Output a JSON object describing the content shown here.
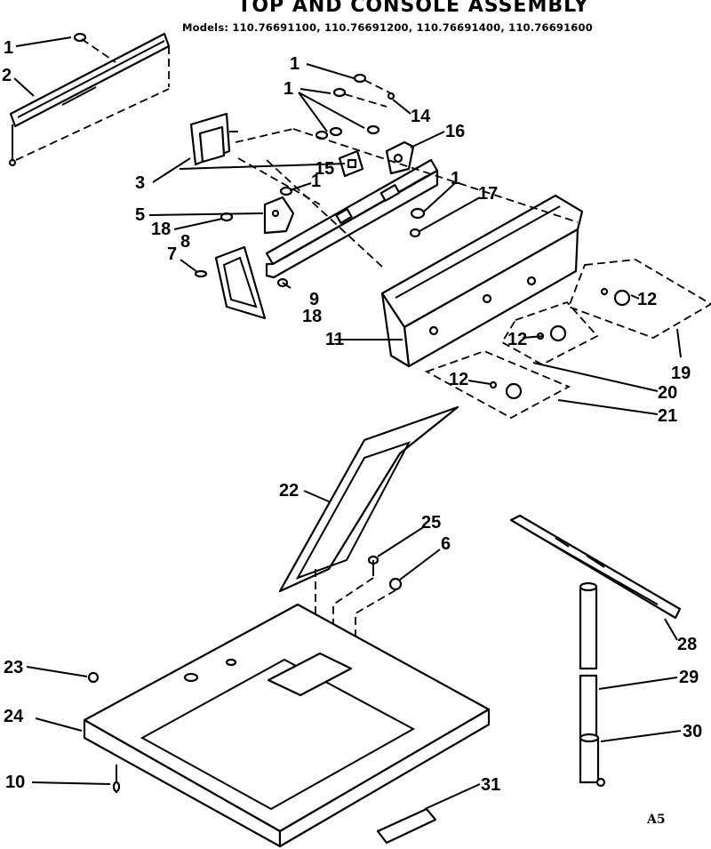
{
  "header": {
    "title": "TOP AND CONSOLE ASSEMBLY",
    "models_label": "Models:",
    "models": [
      "110.76691100",
      "110.76691200",
      "110.76691400",
      "110.76691600"
    ]
  },
  "callouts": [
    {
      "id": "c1a",
      "text": "1"
    },
    {
      "id": "c2",
      "text": "2"
    },
    {
      "id": "c1b",
      "text": "1"
    },
    {
      "id": "c1c",
      "text": "1"
    },
    {
      "id": "c14",
      "text": "14"
    },
    {
      "id": "c16",
      "text": "16"
    },
    {
      "id": "c3",
      "text": "3"
    },
    {
      "id": "c15",
      "text": "15"
    },
    {
      "id": "c1d",
      "text": "1"
    },
    {
      "id": "c1e",
      "text": "1"
    },
    {
      "id": "c17",
      "text": "17"
    },
    {
      "id": "c5",
      "text": "5"
    },
    {
      "id": "c18a",
      "text": "18"
    },
    {
      "id": "c8",
      "text": "8"
    },
    {
      "id": "c7",
      "text": "7"
    },
    {
      "id": "c9",
      "text": "9"
    },
    {
      "id": "c18b",
      "text": "18"
    },
    {
      "id": "c12a",
      "text": "12"
    },
    {
      "id": "c11",
      "text": "11"
    },
    {
      "id": "c12b",
      "text": "12"
    },
    {
      "id": "c19",
      "text": "19"
    },
    {
      "id": "c12c",
      "text": "12"
    },
    {
      "id": "c20",
      "text": "20"
    },
    {
      "id": "c21",
      "text": "21"
    },
    {
      "id": "c22",
      "text": "22"
    },
    {
      "id": "c25",
      "text": "25"
    },
    {
      "id": "c6",
      "text": "6"
    },
    {
      "id": "c23",
      "text": "23"
    },
    {
      "id": "c28",
      "text": "28"
    },
    {
      "id": "c24",
      "text": "24"
    },
    {
      "id": "c29",
      "text": "29"
    },
    {
      "id": "c30",
      "text": "30"
    },
    {
      "id": "c10",
      "text": "10"
    },
    {
      "id": "c31",
      "text": "31"
    }
  ],
  "footer": {
    "code": "A5"
  }
}
